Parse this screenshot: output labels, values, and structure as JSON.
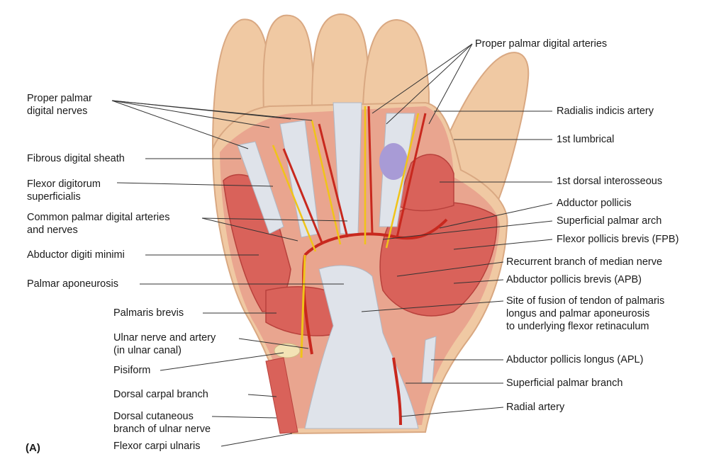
{
  "panel_label": "(A)",
  "labels": {
    "proper_palmar_digital_arteries": "Proper palmar digital arteries",
    "proper_palmar_digital_nerves": "Proper palmar\ndigital nerves",
    "radialis_indicis_artery": "Radialis indicis artery",
    "first_lumbrical": "1st lumbrical",
    "fibrous_digital_sheath": "Fibrous digital sheath",
    "flexor_digitorum_superficialis": "Flexor digitorum\nsuperficialis",
    "first_dorsal_interosseous": "1st dorsal interosseous",
    "adductor_pollicis": "Adductor pollicis",
    "common_palmar_digital_arteries": "Common palmar digital arteries\nand nerves",
    "superficial_palmar_arch": "Superficial palmar arch",
    "flexor_pollicis_brevis": "Flexor pollicis brevis (FPB)",
    "abductor_digiti_minimi": "Abductor digiti minimi",
    "recurrent_branch_median_nerve": "Recurrent branch of median nerve",
    "palmar_aponeurosis": "Palmar aponeurosis",
    "abductor_pollicis_brevis": "Abductor pollicis brevis (APB)",
    "site_of_fusion": "Site of fusion of tendon of palmaris\nlongus and palmar aponeurosis\nto underlying flexor retinaculum",
    "palmaris_brevis": "Palmaris brevis",
    "ulnar_nerve_artery": "Ulnar nerve and artery\n(in ulnar canal)",
    "abductor_pollicis_longus": "Abductor pollicis longus (APL)",
    "pisiform": "Pisiform",
    "dorsal_carpal_branch": "Dorsal carpal branch",
    "superficial_palmar_branch": "Superficial palmar branch",
    "dorsal_cutaneous_branch": "Dorsal cutaneous\nbranch of ulnar nerve",
    "radial_artery": "Radial artery",
    "flexor_carpi_ulnaris": "Flexor carpi ulnaris"
  },
  "colors": {
    "skin": "#f0c9a3",
    "skin_shadow": "#d9a882",
    "muscle": "#d9625a",
    "muscle_dark": "#b8413c",
    "tendon": "#dfe3ea",
    "artery": "#c8281e",
    "nerve": "#f0c419",
    "lumbrical_highlight": "#a89bd6",
    "leader_line": "#333333"
  }
}
